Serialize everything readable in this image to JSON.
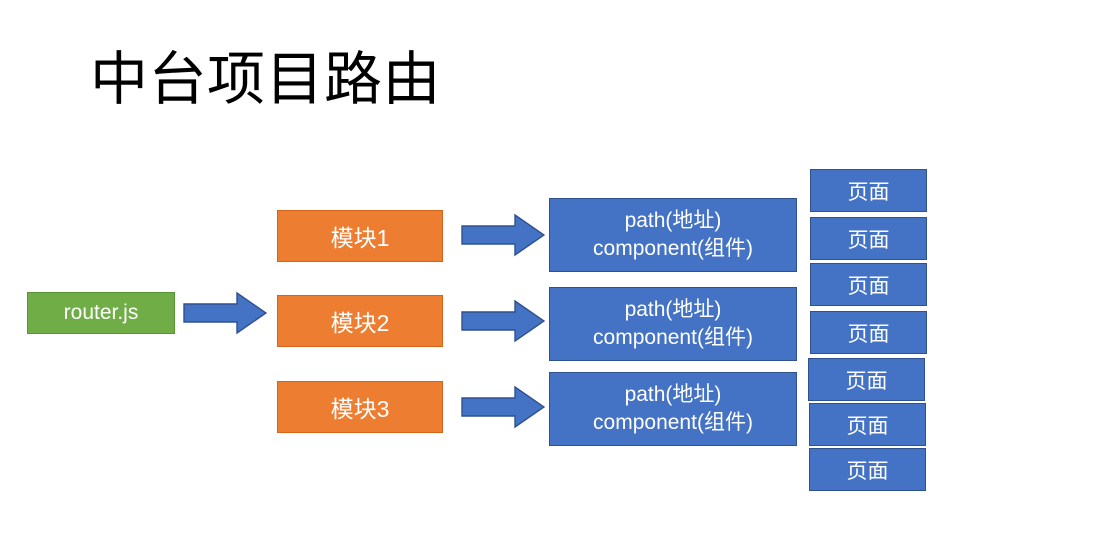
{
  "slide": {
    "title": "中台项目路由",
    "background": "#ffffff"
  },
  "colors": {
    "green": "#70AD47",
    "green_border": "#5a9336",
    "orange": "#ED7D31",
    "orange_border": "#d4651b",
    "blue": "#4472C4",
    "blue_border": "#2F528F",
    "arrow_fill": "#4472C4",
    "arrow_border": "#2F528F",
    "text_on_shape": "#ffffff",
    "title_text": "#000000"
  },
  "entry": {
    "label": "router.js"
  },
  "modules": [
    {
      "label": "模块1"
    },
    {
      "label": "模块2"
    },
    {
      "label": "模块3"
    }
  ],
  "routes": [
    {
      "line1": "path(地址)",
      "line2": "component(组件)"
    },
    {
      "line1": "path(地址)",
      "line2": "component(组件)"
    },
    {
      "line1": "path(地址)",
      "line2": "component(组件)"
    }
  ],
  "pages": [
    {
      "label": "页面"
    },
    {
      "label": "页面"
    },
    {
      "label": "页面"
    },
    {
      "label": "页面"
    },
    {
      "label": "页面"
    },
    {
      "label": "页面"
    },
    {
      "label": "页面"
    }
  ],
  "arrows": [
    {
      "name": "router-to-modules",
      "direction": "right"
    },
    {
      "name": "module1-to-route1",
      "direction": "right"
    },
    {
      "name": "module2-to-route2",
      "direction": "right"
    },
    {
      "name": "module3-to-route3",
      "direction": "right"
    }
  ]
}
